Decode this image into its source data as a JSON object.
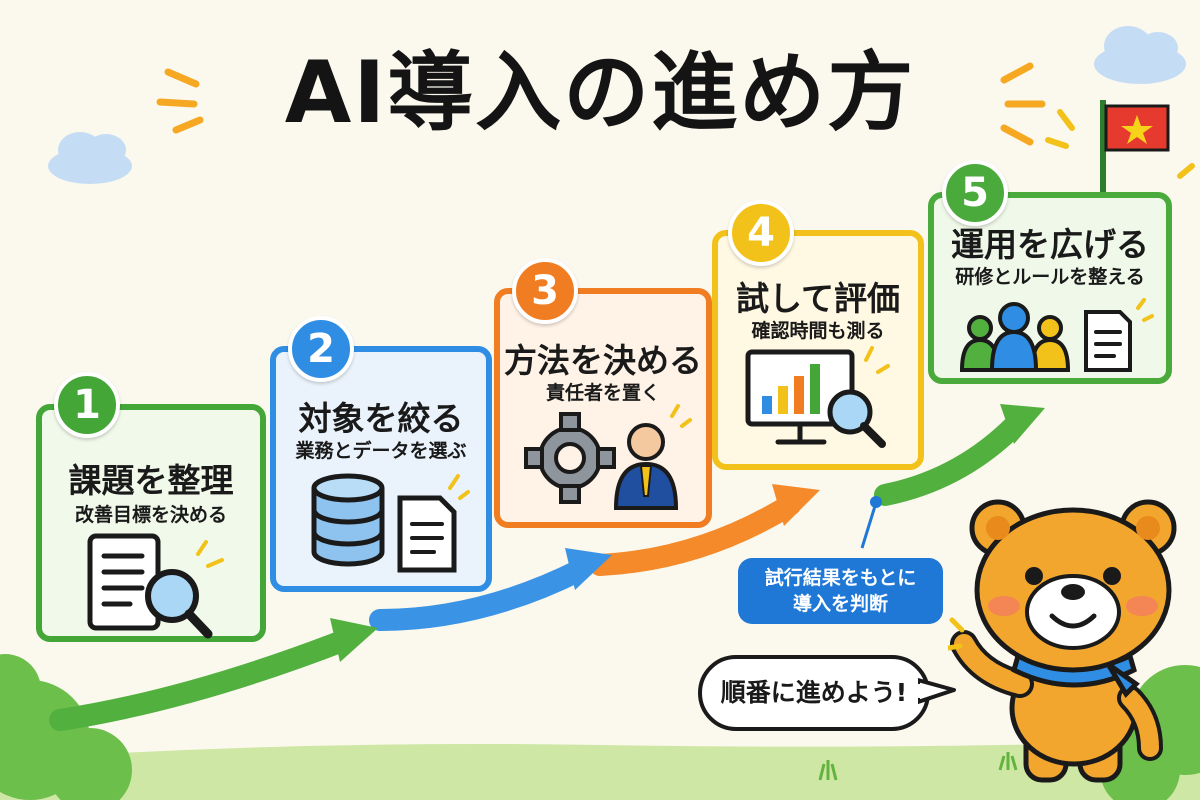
{
  "title": "AI導入の進め方",
  "steps": [
    {
      "number": "1",
      "title": "課題を整理",
      "subtitle": "改善目標を決める",
      "color": "#43a636",
      "icon": "document-search-icon"
    },
    {
      "number": "2",
      "title": "対象を絞る",
      "subtitle": "業務とデータを選ぶ",
      "color": "#2f8ee3",
      "icon": "database-icon"
    },
    {
      "number": "3",
      "title": "方法を決める",
      "subtitle": "責任者を置く",
      "color": "#f07d22",
      "icon": "gear-person-icon"
    },
    {
      "number": "4",
      "title": "試して評価",
      "subtitle": "確認時間も測る",
      "color": "#f2c21b",
      "icon": "monitor-chart-icon"
    },
    {
      "number": "5",
      "title": "運用を広げる",
      "subtitle": "研修とルールを整える",
      "color": "#4aaa3c",
      "icon": "team-icon"
    }
  ],
  "note": {
    "line1": "試行結果をもとに",
    "line2": "導入を判断"
  },
  "speech": "順番に進めよう!",
  "colors": {
    "background": "#fbf8ee",
    "note_blue": "#1f78d6",
    "flag_red": "#e53a2d",
    "bear_orange": "#f2a62e"
  }
}
